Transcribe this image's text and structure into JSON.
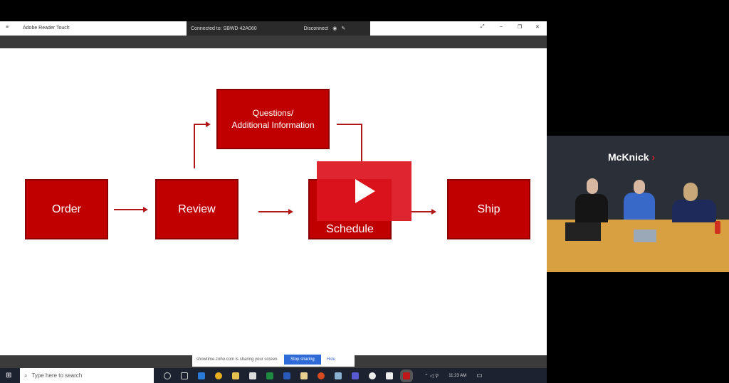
{
  "window": {
    "title": "Adobe Reader Touch",
    "connection": "Connected to: SBWD 42A060",
    "disconnect_label": "Disconnect"
  },
  "slide": {
    "boxes": {
      "order": "Order",
      "review": "Review",
      "questions": "Questions/\nAdditional Information",
      "schedule": "Schedule",
      "ship": "Ship"
    }
  },
  "share_bar": {
    "message": "showtime.zoho.com is sharing your screen.",
    "stop_label": "Stop sharing",
    "hide_label": "Hide"
  },
  "taskbar": {
    "search_placeholder": "Type here to search",
    "time": "11:23 AM"
  },
  "webcam": {
    "logo": "McKnick"
  },
  "colors": {
    "box": "#c00000",
    "play": "#dc141e"
  }
}
